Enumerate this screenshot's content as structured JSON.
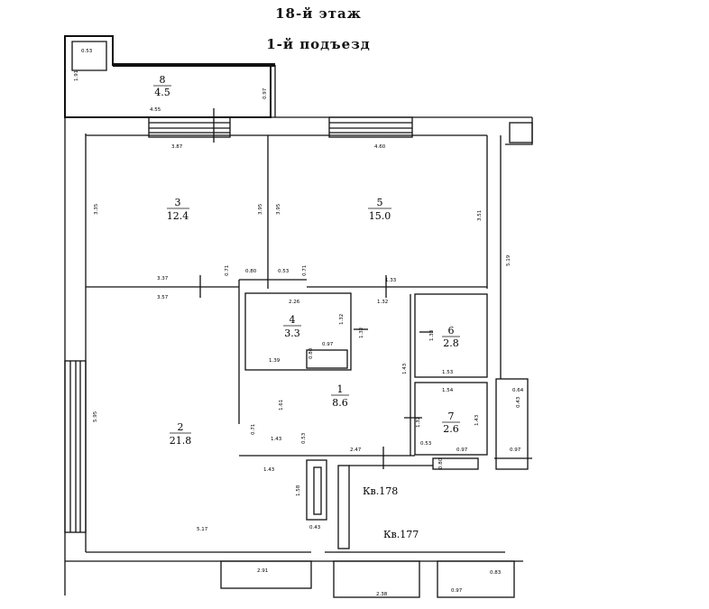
{
  "header": {
    "floor": "18-й этаж",
    "entrance": "1-й подъезд"
  },
  "rooms": [
    {
      "id": "r8",
      "num": "8",
      "area": "4.5"
    },
    {
      "id": "r3",
      "num": "3",
      "area": "12.4"
    },
    {
      "id": "r5",
      "num": "5",
      "area": "15.0"
    },
    {
      "id": "r4",
      "num": "4",
      "area": "3.3"
    },
    {
      "id": "r6",
      "num": "6",
      "area": "2.8"
    },
    {
      "id": "r1",
      "num": "1",
      "area": "8.6"
    },
    {
      "id": "r7",
      "num": "7",
      "area": "2.6"
    },
    {
      "id": "r2",
      "num": "2",
      "area": "21.8"
    }
  ],
  "apartments": {
    "kv178": "Кв.178",
    "kv177": "Кв.177"
  },
  "dimensions": {
    "d_053": "0.53",
    "d_191": "1.91",
    "d_097a": "0.97",
    "d_455": "4.55",
    "d_387": "3.87",
    "d_460": "4.60",
    "d_335": "3.35",
    "d_395": "3.95",
    "d_351": "3.51",
    "d_519": "5.19",
    "d_337": "3.37",
    "d_071": "0.71",
    "d_080": "0.80",
    "d_053b": "0.53",
    "d_133": "1.33",
    "d_357": "3.57",
    "d_226": "2.26",
    "d_132": "1.32",
    "d_097b": "0.97",
    "d_139": "1.39",
    "d_153": "1.53",
    "d_154": "1.54",
    "d_595": "5.95",
    "d_161": "1.61",
    "d_147": "2.47",
    "d_143": "1.43",
    "d_158": "1.58",
    "d_043": "0.43",
    "d_517": "5.17",
    "d_291": "2.91",
    "d_238": "2.38",
    "d_097c": "0.97",
    "d_083": "0.83",
    "d_064": "0.64"
  }
}
